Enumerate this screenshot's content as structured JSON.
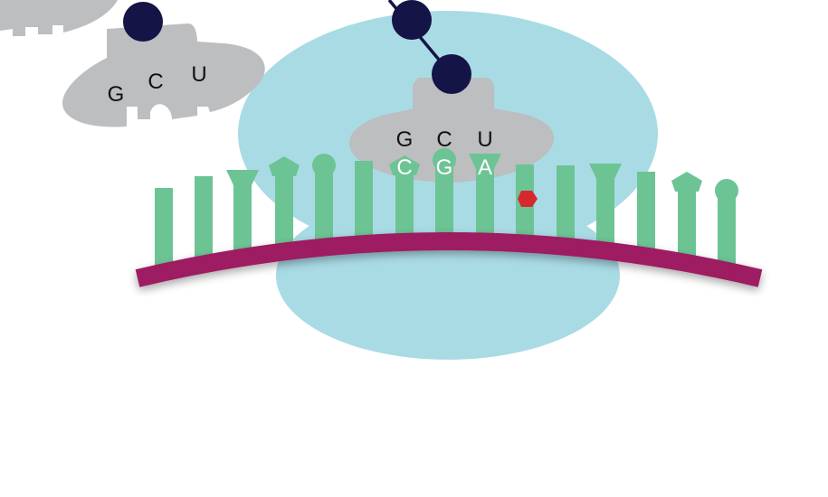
{
  "colors": {
    "ribosome": "#a9dbe5",
    "trna": "#bcbec0",
    "mrna": "#9e1b62",
    "base": "#6cc494",
    "amino_acid": "#141446",
    "marker": "#d7282f",
    "letter_dark": "#111111",
    "letter_light": "#ffffff"
  },
  "trna_left": {
    "anticodon": [
      "G",
      "C",
      "U"
    ]
  },
  "trna_center": {
    "anticodon": [
      "G",
      "C",
      "U"
    ]
  },
  "mrna": {
    "codon": [
      "C",
      "G",
      "A"
    ]
  }
}
